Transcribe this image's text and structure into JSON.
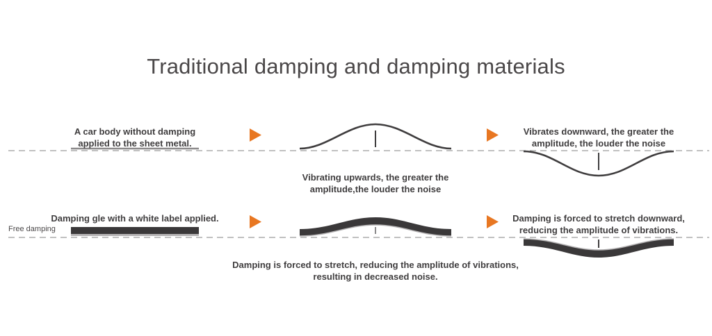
{
  "title": "Traditional damping and damping materials",
  "row1": {
    "left_label_line1": "A car body without damping",
    "left_label_line2": "applied to the sheet metal.",
    "middle_caption_line1": "Vibrating upwards, the greater the",
    "middle_caption_line2": "amplitude,the louder the noise",
    "right_label_line1": "Vibrates downward, the greater the",
    "right_label_line2": "amplitude, the louder the noise"
  },
  "row2": {
    "left_label": "Damping gle with a white label applied.",
    "free_damping_label": "Free damping",
    "right_label_line1": "Damping is forced to stretch downward,",
    "right_label_line2": "reducing the amplitude of vibrations.",
    "bottom_caption_line1": "Damping is forced to stretch, reducing the amplitude of vibrations,",
    "bottom_caption_line2": "resulting in decreased noise."
  },
  "colors": {
    "arrow": "#e87722",
    "line": "#3f3d3e",
    "dash": "#9a9a9a",
    "plate": "#3a3839"
  }
}
